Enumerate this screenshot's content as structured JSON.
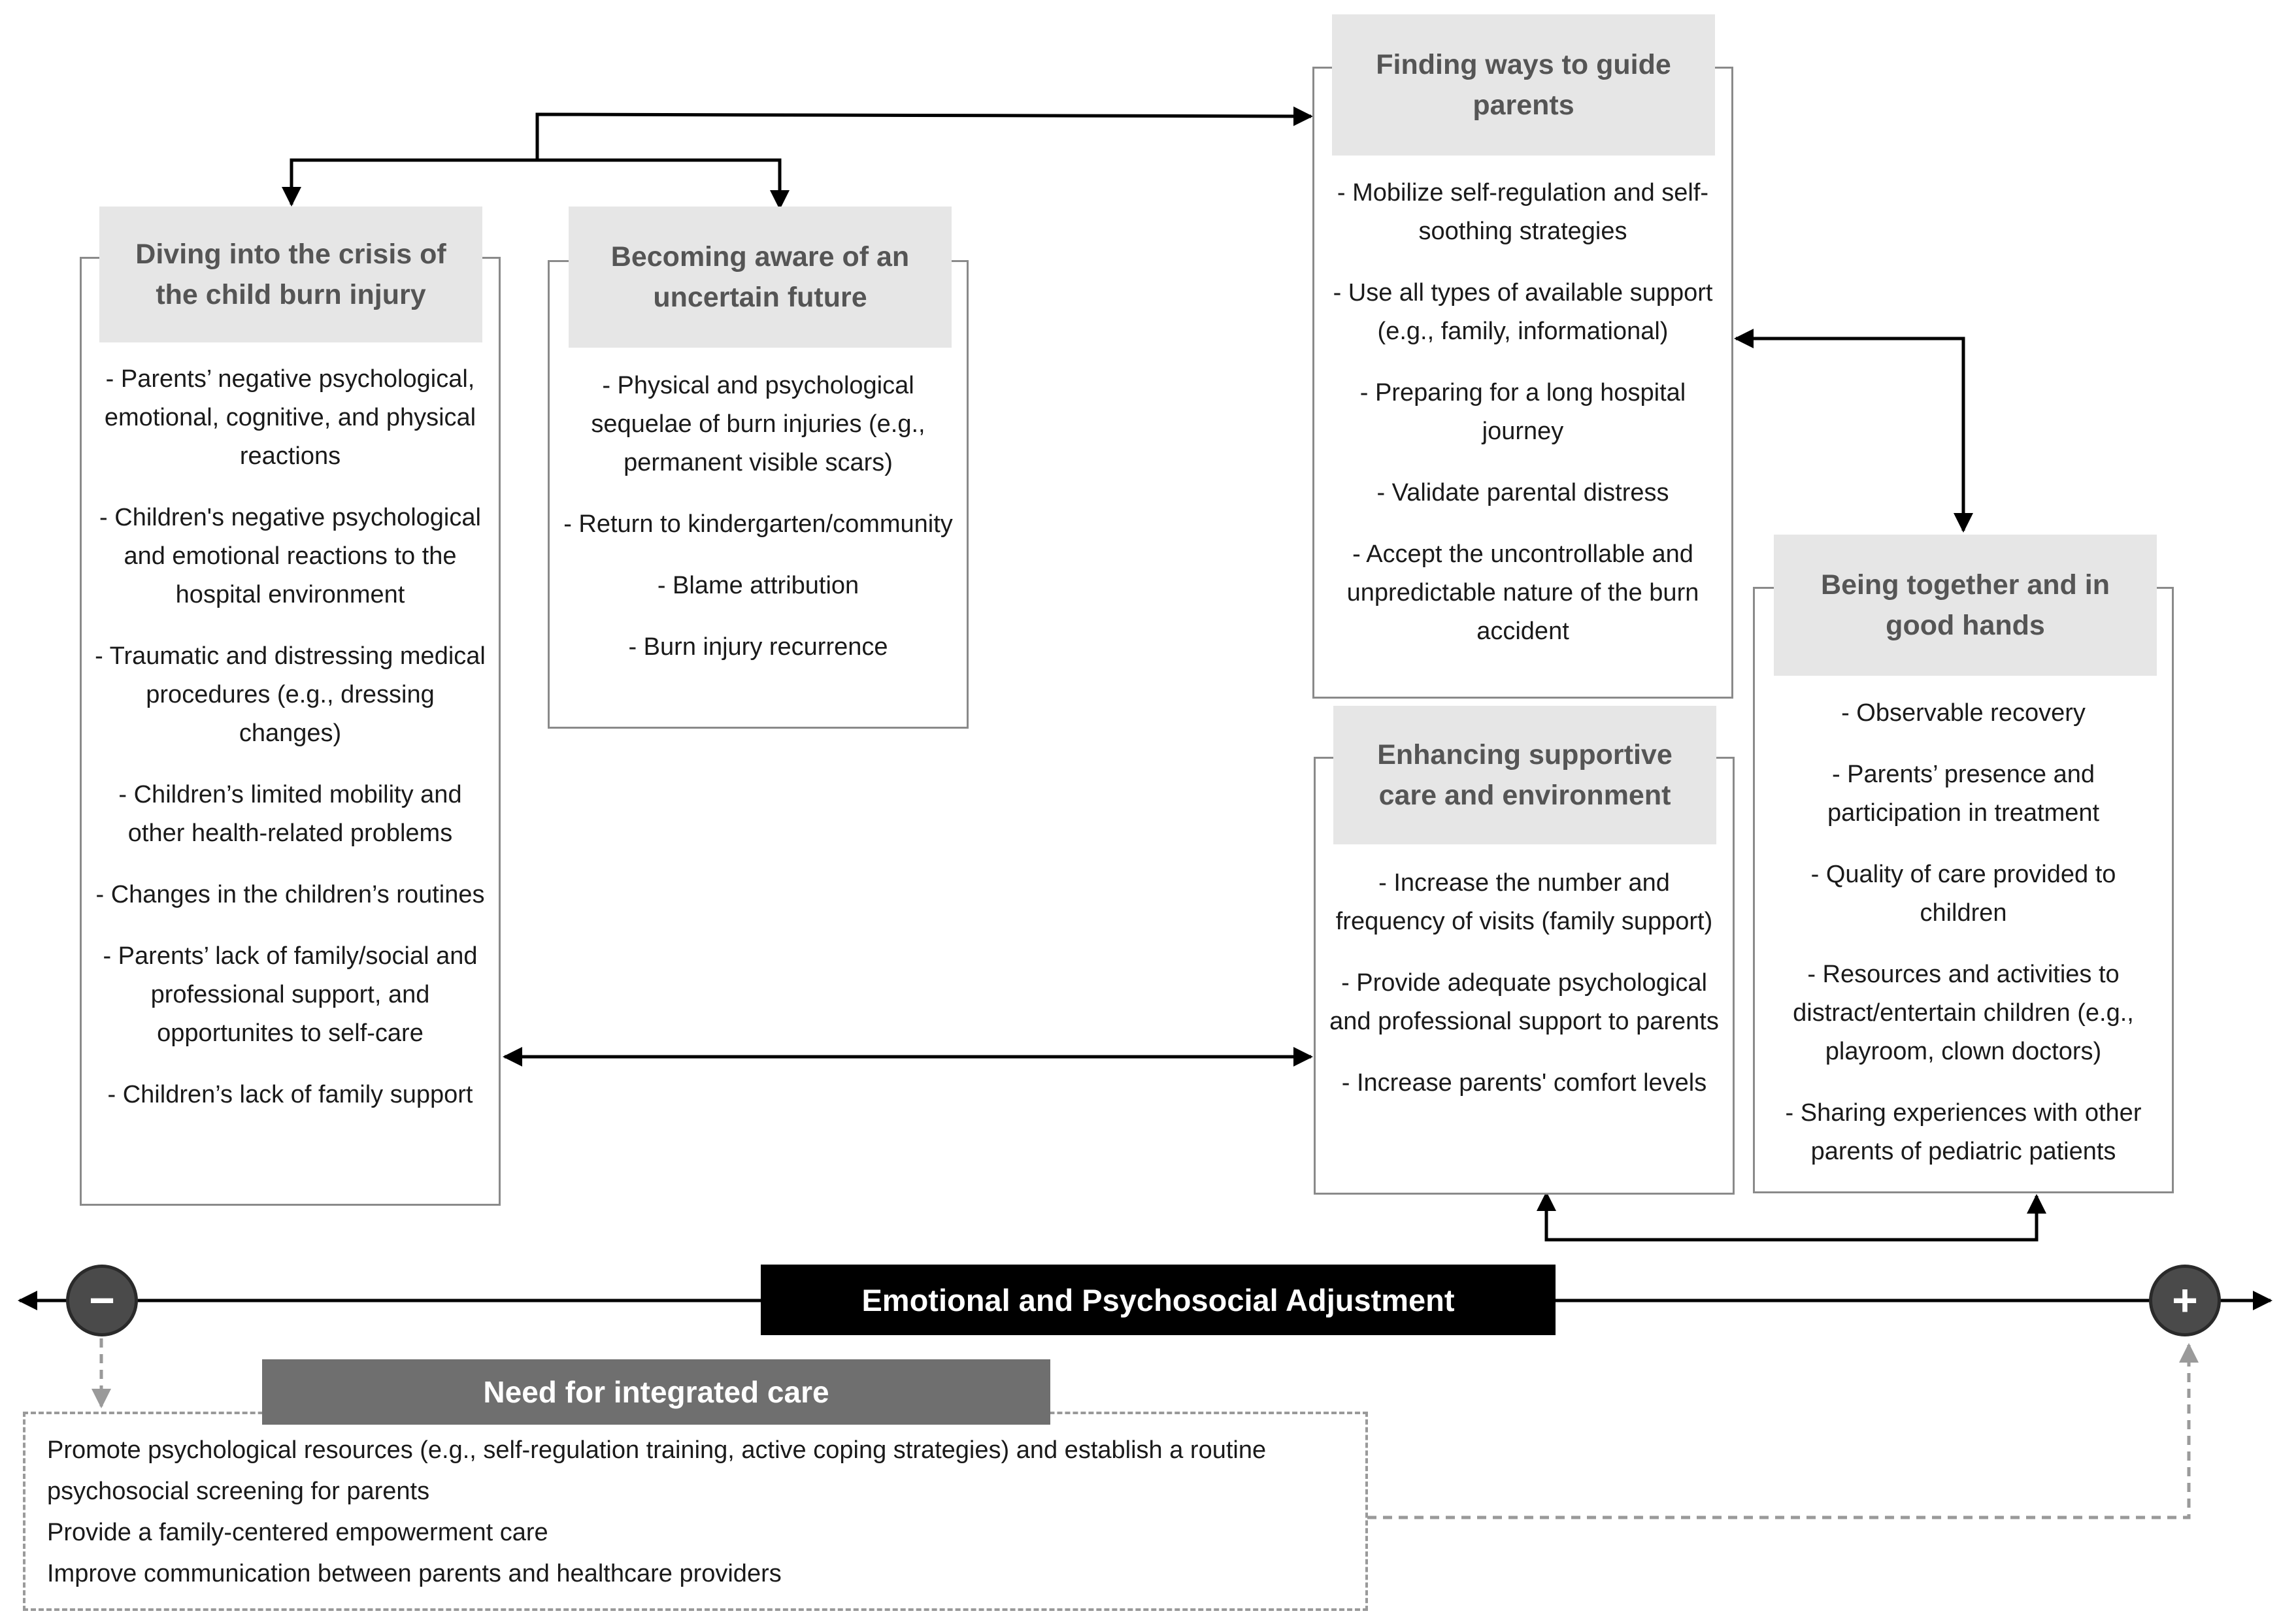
{
  "categories": {
    "diving": {
      "title": "Diving into the crisis of the child burn injury",
      "items": [
        "- Parents’ negative psychological, emotional, cognitive, and physical reactions",
        "- Children's negative psychological and emotional reactions to the hospital environment",
        "- Traumatic and distressing medical procedures (e.g., dressing changes)",
        "- Children’s limited mobility and other health-related problems",
        "- Changes in the children’s routines",
        "- Parents’ lack of family/social and professional support, and opportunites to self-care",
        "- Children’s lack of family support"
      ]
    },
    "aware": {
      "title": "Becoming aware of an uncertain future",
      "items": [
        "- Physical and psychological sequelae of burn injuries (e.g., permanent visible scars)",
        "- Return to kindergarten/community",
        "- Blame attribution",
        "- Burn injury recurrence"
      ]
    },
    "guide": {
      "title": "Finding ways to guide parents",
      "items": [
        "- Mobilize self-regulation and self-soothing strategies",
        "- Use all types of available support (e.g., family, informational)",
        "- Preparing for a long hospital journey",
        "- Validate parental distress",
        "- Accept the uncontrollable and unpredictable nature of the burn accident"
      ]
    },
    "enhancing": {
      "title": "Enhancing supportive care and environment",
      "items": [
        "- Increase the number and frequency of visits (family support)",
        "- Provide adequate psychological and professional support to parents",
        "- Increase parents' comfort levels"
      ]
    },
    "together": {
      "title": "Being together and in good hands",
      "items": [
        "- Observable recovery",
        "- Parents’ presence and participation in treatment",
        "- Quality of care provided to children",
        "- Resources and activities to distract/entertain children (e.g., playroom, clown doctors)",
        "- Sharing experiences with other parents of pediatric patients"
      ]
    }
  },
  "axis": {
    "label": "Emotional and Psychosocial Adjustment",
    "negative_symbol": "−",
    "positive_symbol": "+"
  },
  "integrated_care": {
    "title": "Need for integrated care",
    "items": [
      "Promote psychological resources (e.g., self-regulation training, active coping strategies) and establish a routine psychosocial screening for parents",
      "Provide a family-centered empowerment care",
      "Improve communication between parents and healthcare providers"
    ]
  },
  "colors": {
    "header_fill": "#e6e6e6",
    "header_text": "#555555",
    "box_border": "#8a8a8a",
    "axis_fill": "#000000",
    "integrated_header_fill": "#6f6f6f",
    "dashed_line": "#9a9a9a"
  }
}
